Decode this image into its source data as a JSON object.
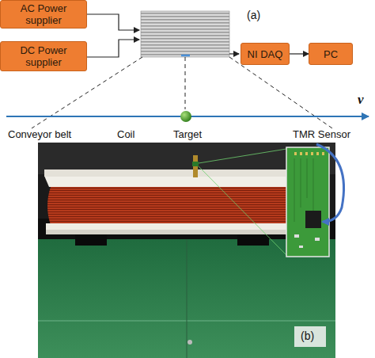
{
  "diagram": {
    "nodes": [
      {
        "text": [
          "AC Power supplier"
        ]
      },
      {
        "text": [
          "DC Power supplier"
        ]
      },
      {
        "text": [
          "NI DAQ"
        ]
      },
      {
        "text": [
          "PC"
        ]
      }
    ],
    "edges": [
      {
        "from": 2,
        "to": 3,
        "arrow": "to"
      }
    ],
    "labels": [
      "(a)",
      "v",
      "Conveyor belt",
      "Coil",
      "Target",
      "TMR Sensor",
      "(b)"
    ]
  }
}
